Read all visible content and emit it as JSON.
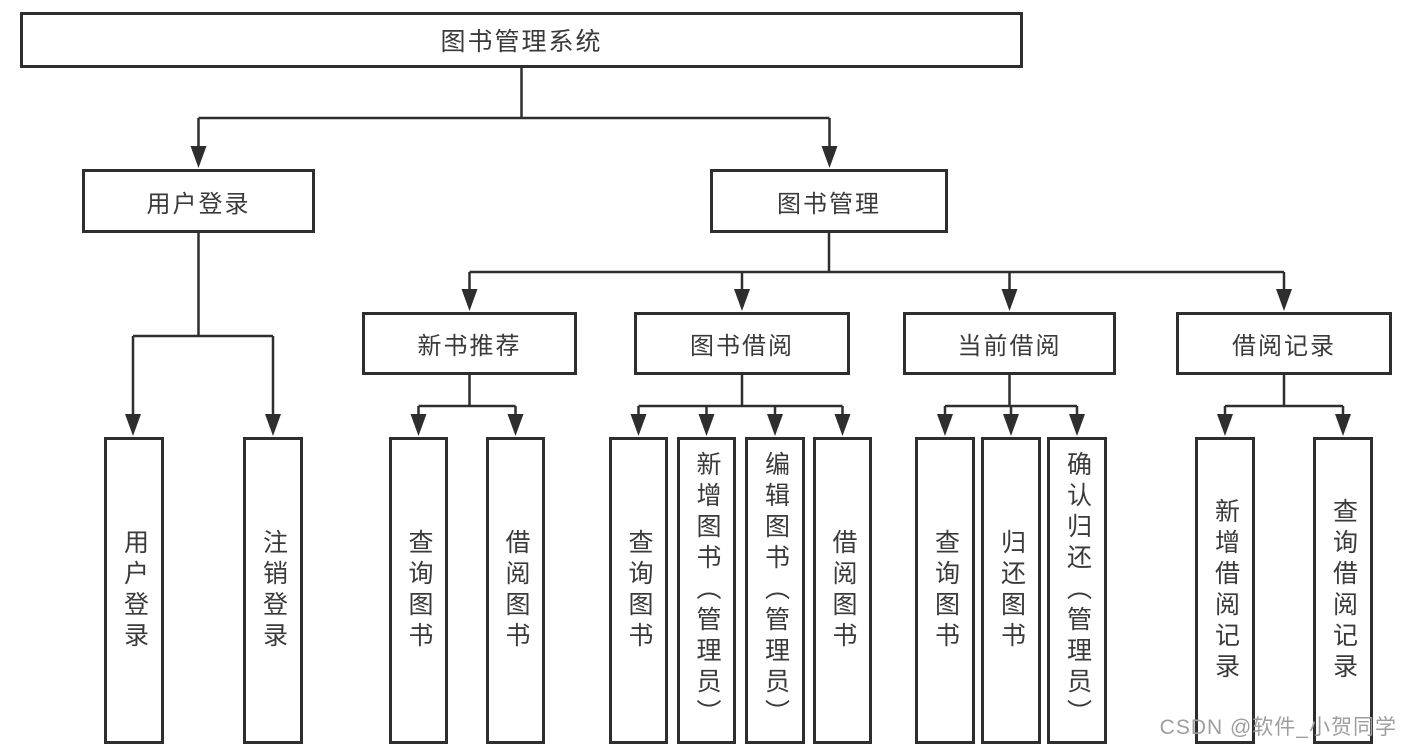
{
  "tree": {
    "root": {
      "label": "图书管理系统",
      "children": [
        {
          "label": "用户登录",
          "children": [
            {
              "label": "用户登录"
            },
            {
              "label": "注销登录"
            }
          ]
        },
        {
          "label": "图书管理",
          "children": [
            {
              "label": "新书推荐",
              "children": [
                {
                  "label": "查询图书"
                },
                {
                  "label": "借阅图书"
                }
              ]
            },
            {
              "label": "图书借阅",
              "children": [
                {
                  "label": "查询图书"
                },
                {
                  "label": "新增图书（管理员）"
                },
                {
                  "label": "编辑图书（管理员）"
                },
                {
                  "label": "借阅图书"
                }
              ]
            },
            {
              "label": "当前借阅",
              "children": [
                {
                  "label": "查询图书"
                },
                {
                  "label": "归还图书"
                },
                {
                  "label": "确认归还（管理员）"
                }
              ]
            },
            {
              "label": "借阅记录",
              "children": [
                {
                  "label": "新增借阅记录"
                },
                {
                  "label": "查询借阅记录"
                }
              ]
            }
          ]
        }
      ]
    }
  },
  "watermark": {
    "text": "CSDN @软件_小贺同学"
  },
  "colors": {
    "line": "#2e2e2e",
    "box_border": "#2e2e2e",
    "text": "#3a3a3a",
    "box_background": "#ffffff",
    "page_background": "#ffffff",
    "watermark": "#9e9e9e"
  }
}
